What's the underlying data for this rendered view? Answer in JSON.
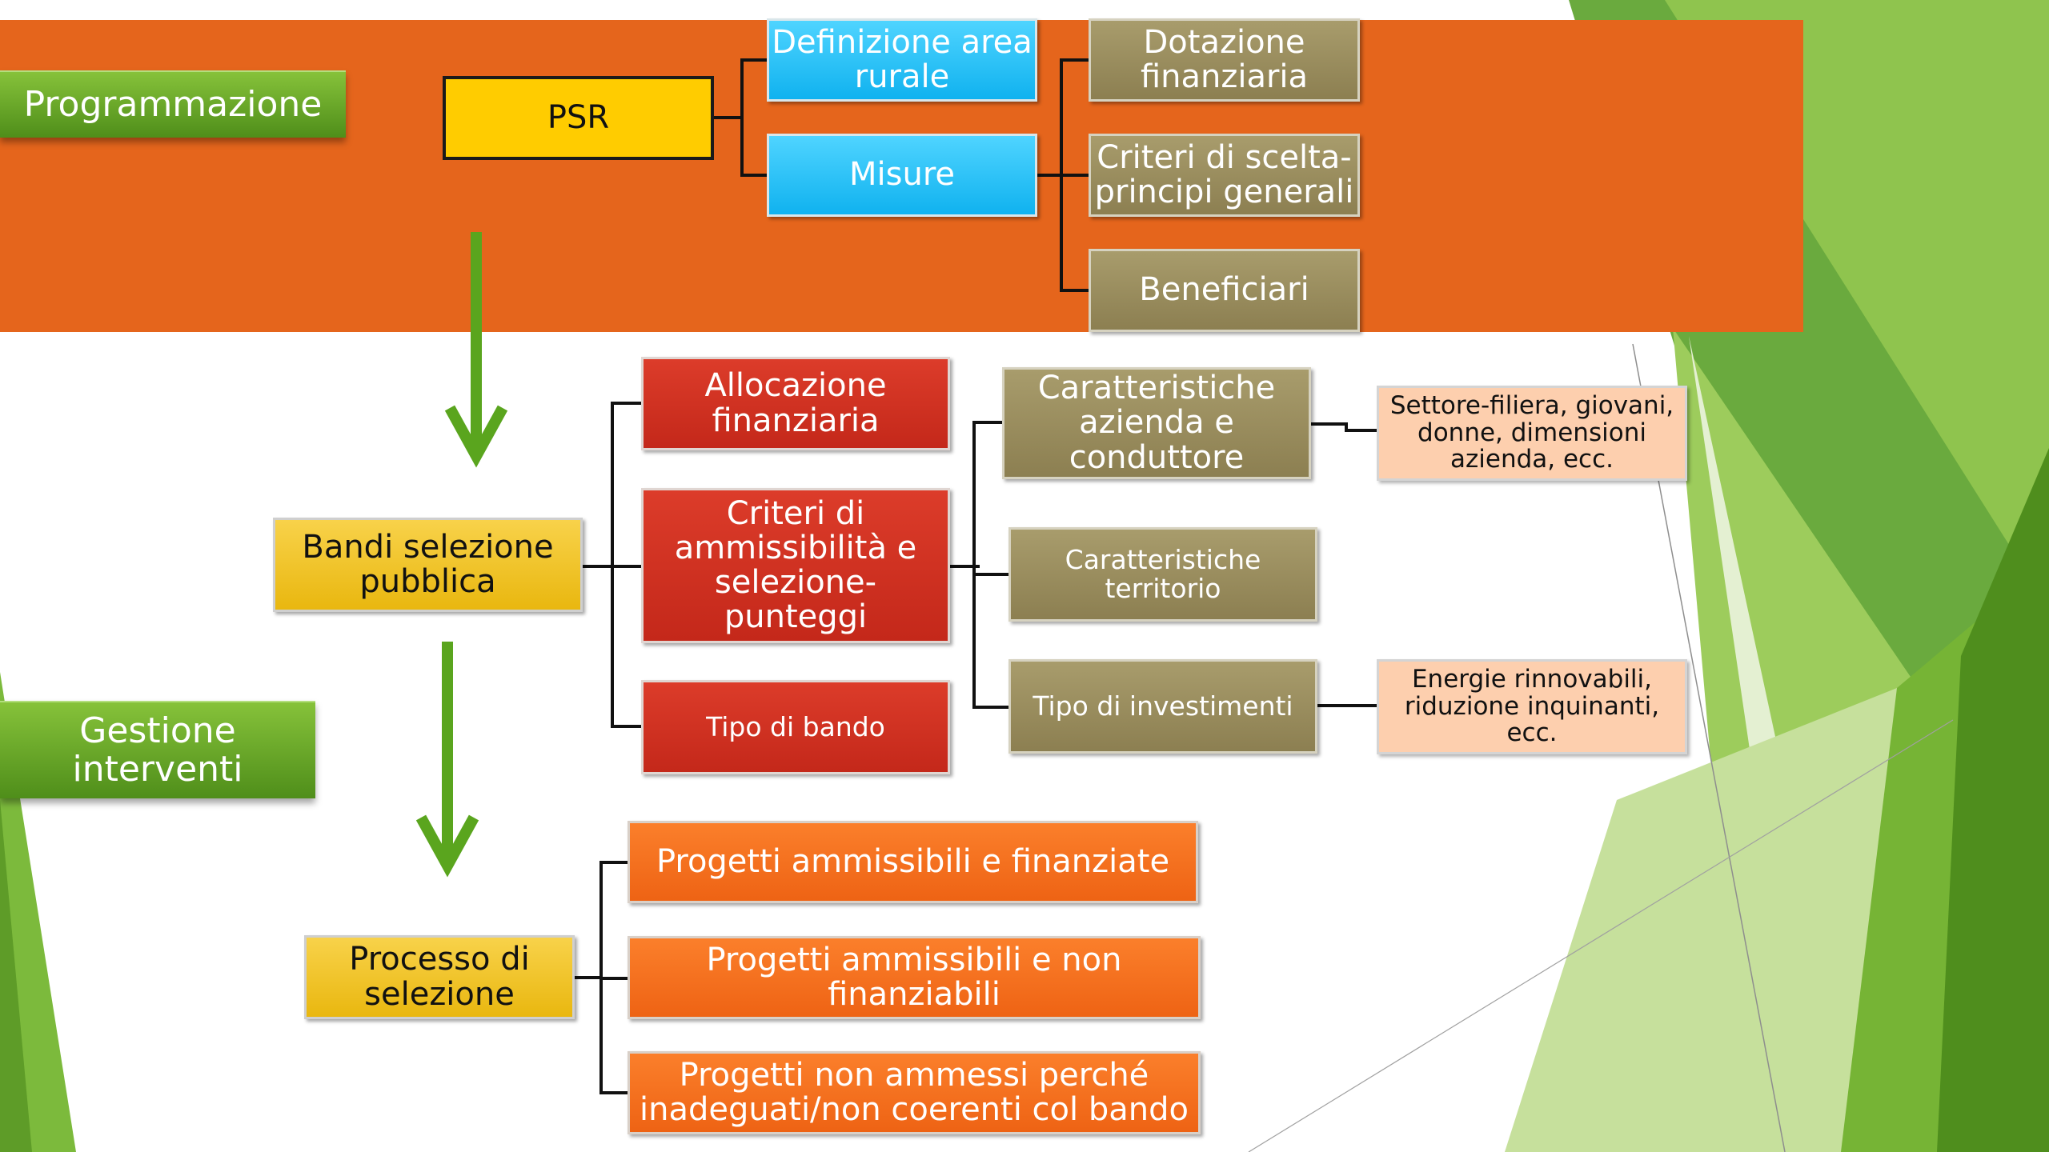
{
  "sections": {
    "programmazione": "Programmazione",
    "gestione": "Gestione\ninterventi"
  },
  "nodes": {
    "psr": "PSR",
    "definizione_area": "Definizione area\nrurale",
    "misure": "Misure",
    "dotazione": "Dotazione\nfinanziaria",
    "criteri_scelta": "Criteri di scelta-\nprincipi generali",
    "beneficiari": "Beneficiari",
    "bandi": "Bandi selezione\npubblica",
    "allocazione": "Allocazione\nfinanziaria",
    "criteri_ammissibilita": "Criteri di\nammissibilità e\nselezione-punteggi",
    "tipo_bando": "Tipo di bando",
    "caratteristiche_azienda": "Caratteristiche\nazienda e\nconduttore",
    "caratteristiche_territorio": "Caratteristiche\nterritorio",
    "tipo_investimenti": "Tipo di investimenti",
    "settore_filiera": "Settore-filiera, giovani,\ndonne, dimensioni\nazienda, ecc.",
    "energie": "Energie rinnovabili,\nriduzione inquinanti,\necc.",
    "processo": "Processo di\nselezione",
    "progetti_finanziate": "Progetti ammissibili e finanziate",
    "progetti_non_finanziabili": "Progetti ammissibili e non\nfinanziabili",
    "progetti_non_ammessi": "Progetti non ammessi perché\ninadeguati/non coerenti col bando"
  },
  "colors": {
    "band": "#e5651c",
    "arrow": "#5aa51e",
    "green_light": "#8dc63f",
    "green_dark": "#4e8f1d"
  }
}
